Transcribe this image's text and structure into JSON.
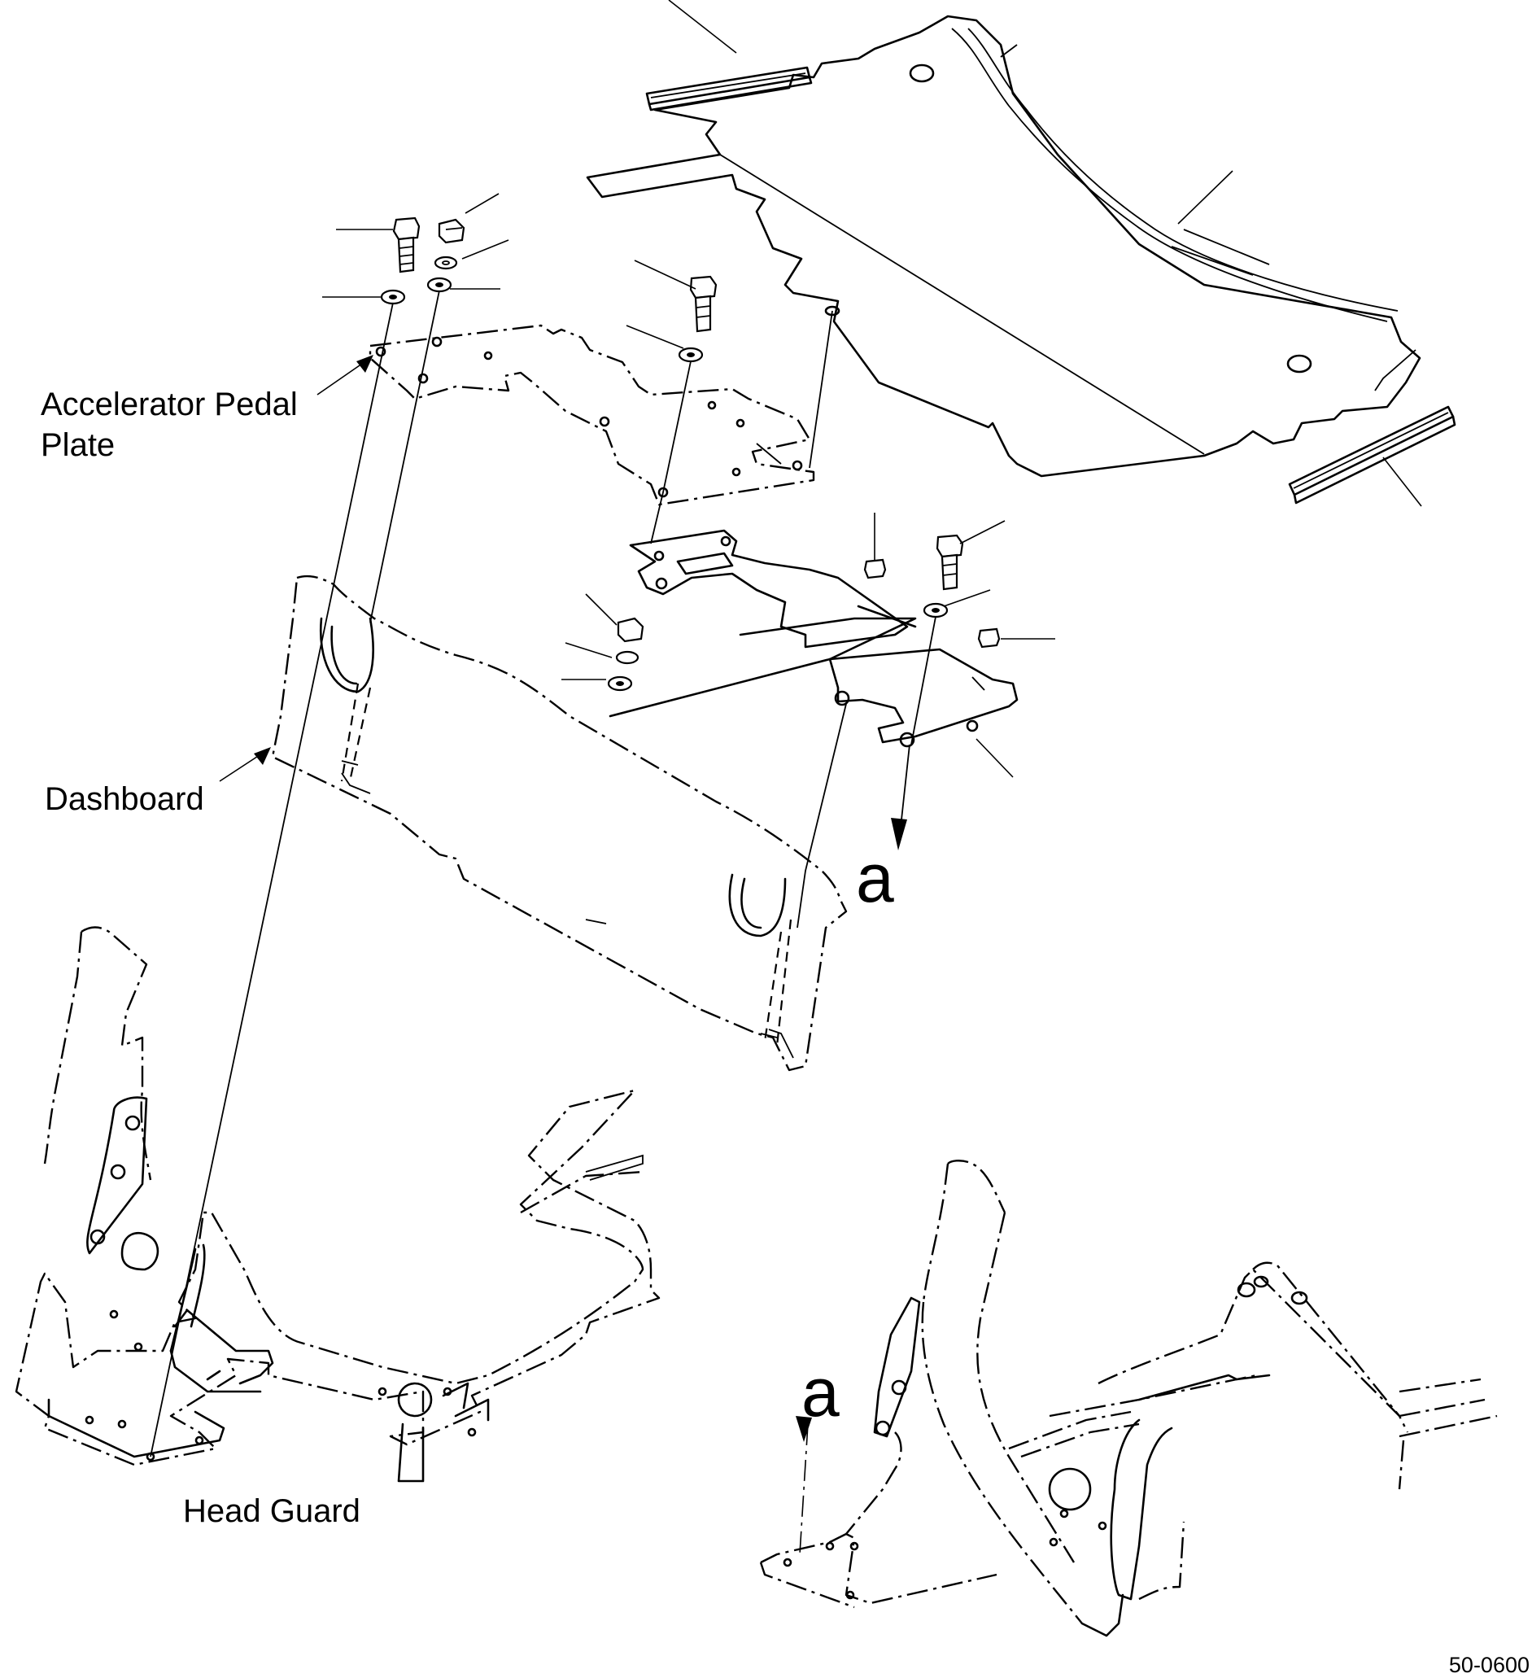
{
  "labels": {
    "accelerator_pedal_plate_line1": "Accelerator Pedal",
    "accelerator_pedal_plate_line2": "Plate",
    "dashboard": "Dashboard",
    "head_guard": "Head Guard",
    "detail_letter_upper": "a",
    "detail_letter_lower": "a",
    "figure_code": "50-0600"
  }
}
